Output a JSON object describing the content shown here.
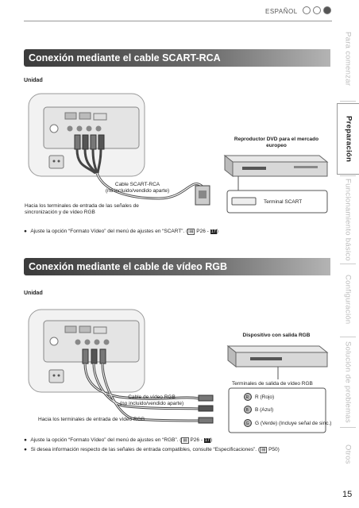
{
  "header": {
    "language": "ESPAÑOL"
  },
  "sidebar_tabs": [
    {
      "label": "Para comenzar",
      "active": false
    },
    {
      "label": "Preparación",
      "active": true
    },
    {
      "label": "Funcionamiento básico",
      "active": false
    },
    {
      "label": "Configuración",
      "active": false
    },
    {
      "label": "Solución de problemas",
      "active": false
    },
    {
      "label": "Otros",
      "active": false
    }
  ],
  "section1": {
    "title": "Conexión mediante el cable SCART-RCA",
    "unit_label": "Unidad",
    "device_label": "Reproductor DVD para el mercado europeo",
    "cable_label": "Cable SCART-RCA\n(no incluido/vendido aparte)",
    "terminal_label": "Terminal SCART",
    "input_label": "Hacia los terminales de entrada de las señales de sincronización y de vídeo RGB",
    "note_text": "Ajuste la opción “Formato Vídeo” del menú de ajustes en “SCART”. (",
    "note_ref": "P26 -",
    "note_ref_num": "17",
    "note_end": ")"
  },
  "section2": {
    "title": "Conexión mediante el cable de vídeo RGB",
    "unit_label": "Unidad",
    "device_label": "Dispositivo con salida RGB",
    "output_label": "Terminales de salida de vídeo RGB",
    "cable_label": "Cable de vídeo RGB\n(no incluido/vendido aparte)",
    "input_label": "Hacia los terminales de entrada de vídeo RGB",
    "terminals": [
      {
        "letter": "R",
        "label": "R (Rojo)"
      },
      {
        "letter": "B",
        "label": "B (Azul)"
      },
      {
        "letter": "G",
        "label": "G (Verde) (Incluye señal de sinc.)"
      }
    ],
    "note1_text": "Ajuste la opción “Formato Vídeo” del menú de ajustes en “RGB”. (",
    "note1_ref": "P26 -",
    "note1_ref_num": "17",
    "note1_end": ")",
    "note2_text": "Si desea información respecto de las señales de entrada compatibles, consulte “Especificaciones”. (",
    "note2_ref": "P50",
    "note2_end": ")"
  },
  "page_number": "15"
}
